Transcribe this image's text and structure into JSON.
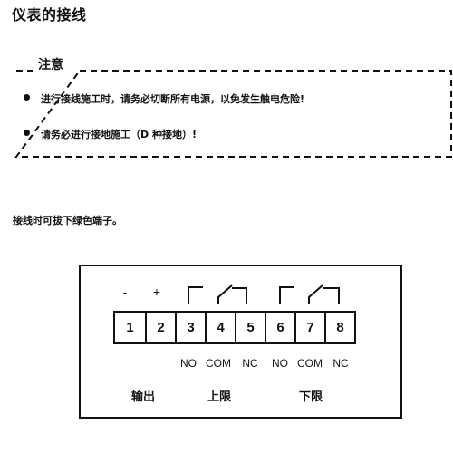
{
  "page": {
    "title": "仪表的接线"
  },
  "notice": {
    "label": "注意",
    "items": [
      "进行接线施工时，请务必切断所有电源，以免发生触电危险!",
      "请务必进行接地施工（D 种接地）!"
    ]
  },
  "hint": "接线时可拔下绿色端子。",
  "diagram": {
    "signs": [
      "-",
      "+"
    ],
    "terminals": [
      "1",
      "2",
      "3",
      "4",
      "5",
      "6",
      "7",
      "8"
    ],
    "contacts": [
      "NO",
      "COM",
      "NC",
      "NO",
      "COM",
      "NC"
    ],
    "groups": [
      "输出",
      "上限",
      "下限"
    ],
    "relay_symbols": [
      "normally-open-contact",
      "changeover-contact",
      "normally-open-contact",
      "changeover-contact"
    ]
  }
}
